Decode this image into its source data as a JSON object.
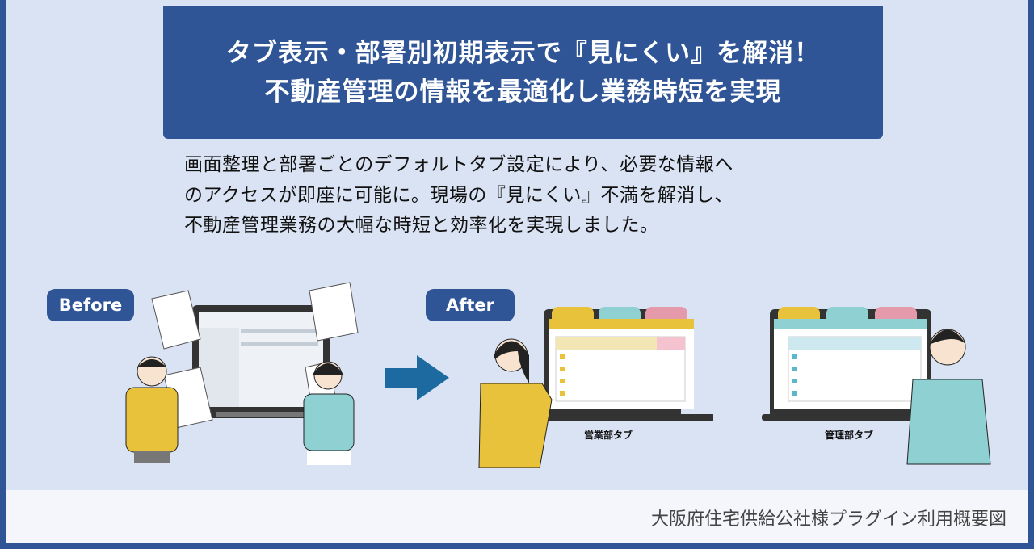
{
  "title": {
    "line1": "タブ表示・部署別初期表示で『見にくい』を解消！",
    "line2": "不動産管理の情報を最適化し業務時短を実現"
  },
  "description": [
    "画面整理と部署ごとのデフォルトタブ設定により、必要な情報へ",
    "のアクセスが即座に可能に。現場の『見にくい』不満を解消し、",
    "不動産管理業務の大幅な時短と効率化を実現しました。"
  ],
  "before_label": "Before",
  "after_label": "After",
  "sales_tab_caption": "営業部タブ",
  "admin_tab_caption": "管理部タブ",
  "footer": "大阪府住宅供給公社様プラグイン利用概要図",
  "colors": {
    "primary": "#2f5597",
    "background": "#dae3f3",
    "yellow": "#e8c23a",
    "teal": "#8fd0d2",
    "pink": "#e59aac",
    "arrow": "#1c6aa0"
  }
}
